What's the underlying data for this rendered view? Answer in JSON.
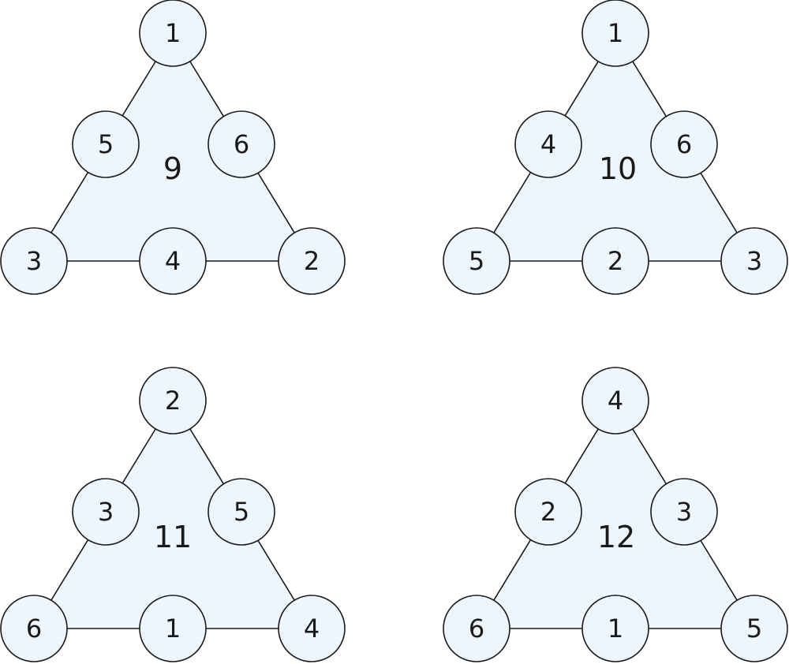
{
  "puzzles": [
    {
      "sum": "9",
      "top": "1",
      "left_mid": "5",
      "right_mid": "6",
      "bottom_left": "3",
      "bottom_mid": "4",
      "bottom_right": "2"
    },
    {
      "sum": "10",
      "top": "1",
      "left_mid": "4",
      "right_mid": "6",
      "bottom_left": "5",
      "bottom_mid": "2",
      "bottom_right": "3"
    },
    {
      "sum": "11",
      "top": "2",
      "left_mid": "3",
      "right_mid": "5",
      "bottom_left": "6",
      "bottom_mid": "1",
      "bottom_right": "4"
    },
    {
      "sum": "12",
      "top": "4",
      "left_mid": "2",
      "right_mid": "3",
      "bottom_left": "6",
      "bottom_mid": "1",
      "bottom_right": "5"
    }
  ],
  "colors": {
    "fill": "#eef6fd",
    "stroke": "#1a1a1a",
    "text": "#1a1a1a"
  }
}
